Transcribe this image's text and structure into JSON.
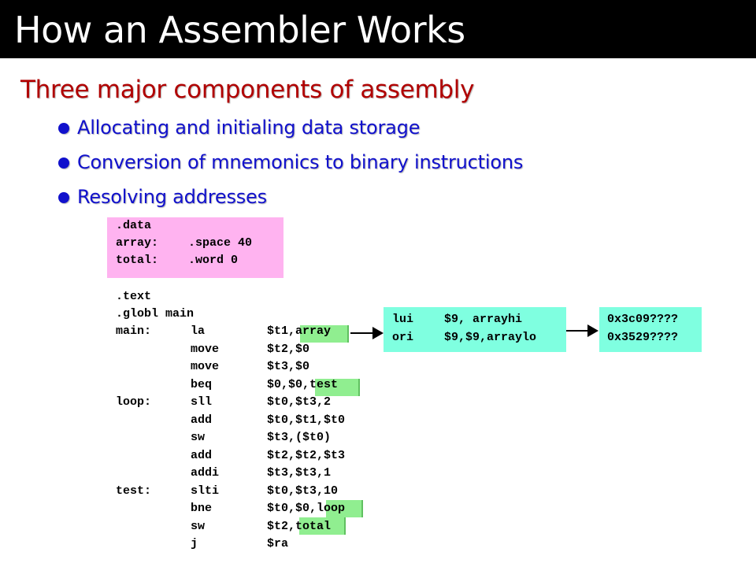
{
  "title": "How an Assembler Works",
  "heading": "Three major components of assembly",
  "bullets": [
    "Allocating and initialing data storage",
    "Conversion of mnemonics to binary instructions",
    "Resolving addresses"
  ],
  "data_section": {
    "directive": ".data",
    "rows": [
      {
        "label": "array:",
        "op": ".space 40"
      },
      {
        "label": "total:",
        "op": ".word 0"
      }
    ]
  },
  "text_section": {
    "directive": ".text",
    "globl": ".globl main",
    "rows": [
      {
        "label": "main:",
        "op": "la",
        "args": "$t1,array"
      },
      {
        "label": "",
        "op": "move",
        "args": "$t2,$0"
      },
      {
        "label": "",
        "op": "move",
        "args": "$t3,$0"
      },
      {
        "label": "",
        "op": "beq",
        "args": "$0,$0,test"
      },
      {
        "label": "loop:",
        "op": "sll",
        "args": "$t0,$t3,2"
      },
      {
        "label": "",
        "op": "add",
        "args": "$t0,$t1,$t0"
      },
      {
        "label": "",
        "op": "sw",
        "args": "$t3,($t0)"
      },
      {
        "label": "",
        "op": "add",
        "args": "$t2,$t2,$t3"
      },
      {
        "label": "",
        "op": "addi",
        "args": "$t3,$t3,1"
      },
      {
        "label": "test:",
        "op": "slti",
        "args": "$t0,$t3,10"
      },
      {
        "label": "",
        "op": "bne",
        "args": "$t0,$0,loop"
      },
      {
        "label": "",
        "op": "sw",
        "args": "$t2,total"
      },
      {
        "label": "",
        "op": "j",
        "args": "$ra"
      }
    ]
  },
  "expansion": {
    "rows": [
      {
        "op": "lui",
        "args": "$9, arrayhi"
      },
      {
        "op": "ori",
        "args": "$9,$9,arraylo"
      }
    ]
  },
  "encoding": {
    "rows": [
      "0x3c09????",
      "0x3529????"
    ]
  },
  "colors": {
    "title_bg": "#000000",
    "heading": "#b00000",
    "bullet": "#1111cc",
    "data_box": "#ffb3f0",
    "highlight": "#90ee90",
    "aqua_box": "#7fffe0"
  }
}
